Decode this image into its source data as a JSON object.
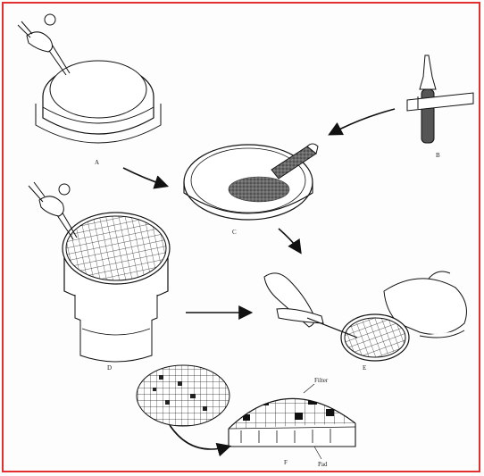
{
  "panels": {
    "a": {
      "label": "A"
    },
    "b": {
      "label": "B"
    },
    "c": {
      "label": "C"
    },
    "d": {
      "label": "D"
    },
    "e": {
      "label": "E"
    },
    "f": {
      "label": "F"
    }
  },
  "callouts": {
    "filter": "Filter",
    "pad": "Pad"
  },
  "colors": {
    "frame": "#e23030",
    "ink": "#1a1a1a"
  }
}
